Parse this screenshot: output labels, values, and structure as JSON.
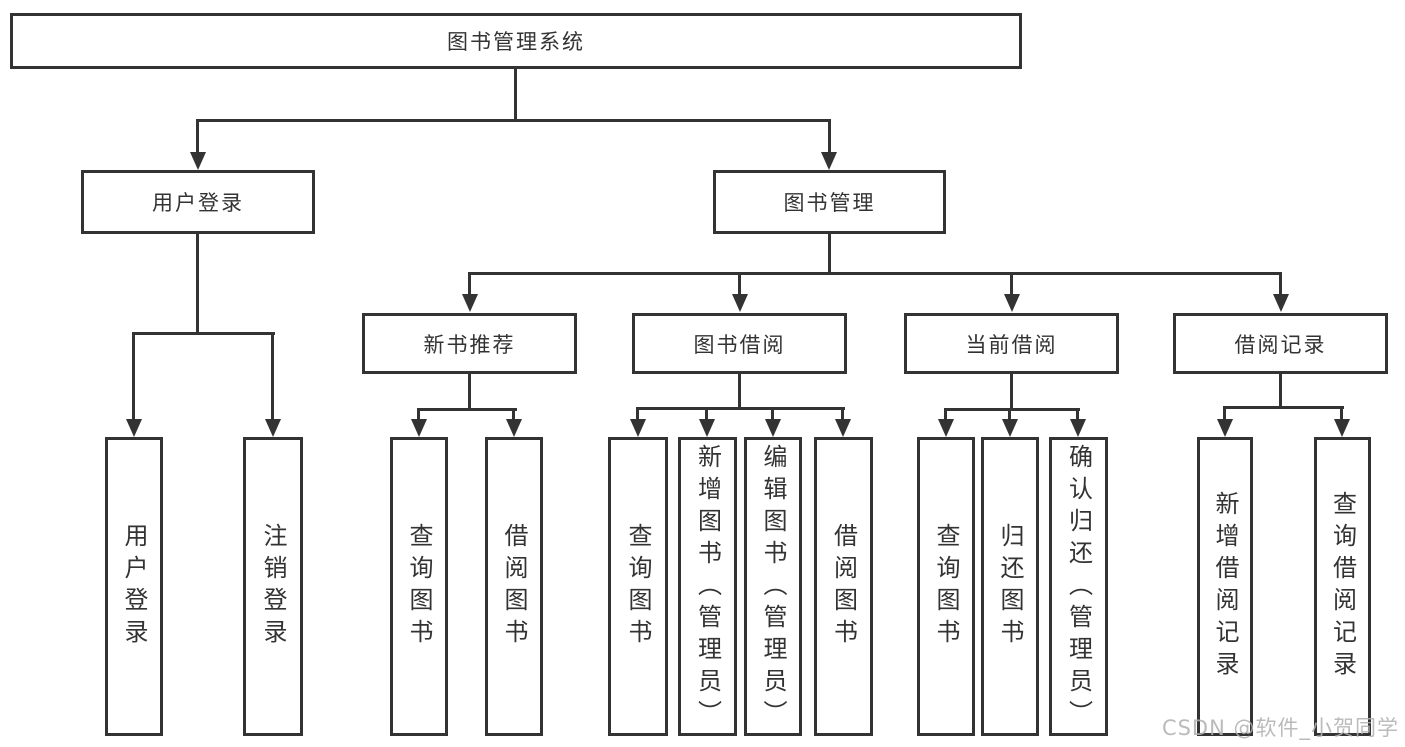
{
  "colors": {
    "line": "#333333",
    "text": "#333333",
    "background": "#ffffff",
    "watermark": "#b2b2b2"
  },
  "nodes": {
    "root": "图书管理系统",
    "user_login": {
      "label": "用户登录",
      "children": [
        "用户登录",
        "注销登录"
      ]
    },
    "book_management": {
      "label": "图书管理"
    },
    "new_book": {
      "label": "新书推荐",
      "children": [
        "查询图书",
        "借阅图书"
      ]
    },
    "book_borrow": {
      "label": "图书借阅",
      "children": [
        "查询图书",
        "新增图书（管理员）",
        "编辑图书（管理员）",
        "借阅图书"
      ]
    },
    "current_borrow": {
      "label": "当前借阅",
      "children": [
        "查询图书",
        "归还图书",
        "确认归还（管理员）"
      ]
    },
    "borrow_records": {
      "label": "借阅记录",
      "children": [
        "新增借阅记录",
        "查询借阅记录"
      ]
    }
  },
  "watermark": {
    "text": "CSDN @软件_小贺同学"
  }
}
